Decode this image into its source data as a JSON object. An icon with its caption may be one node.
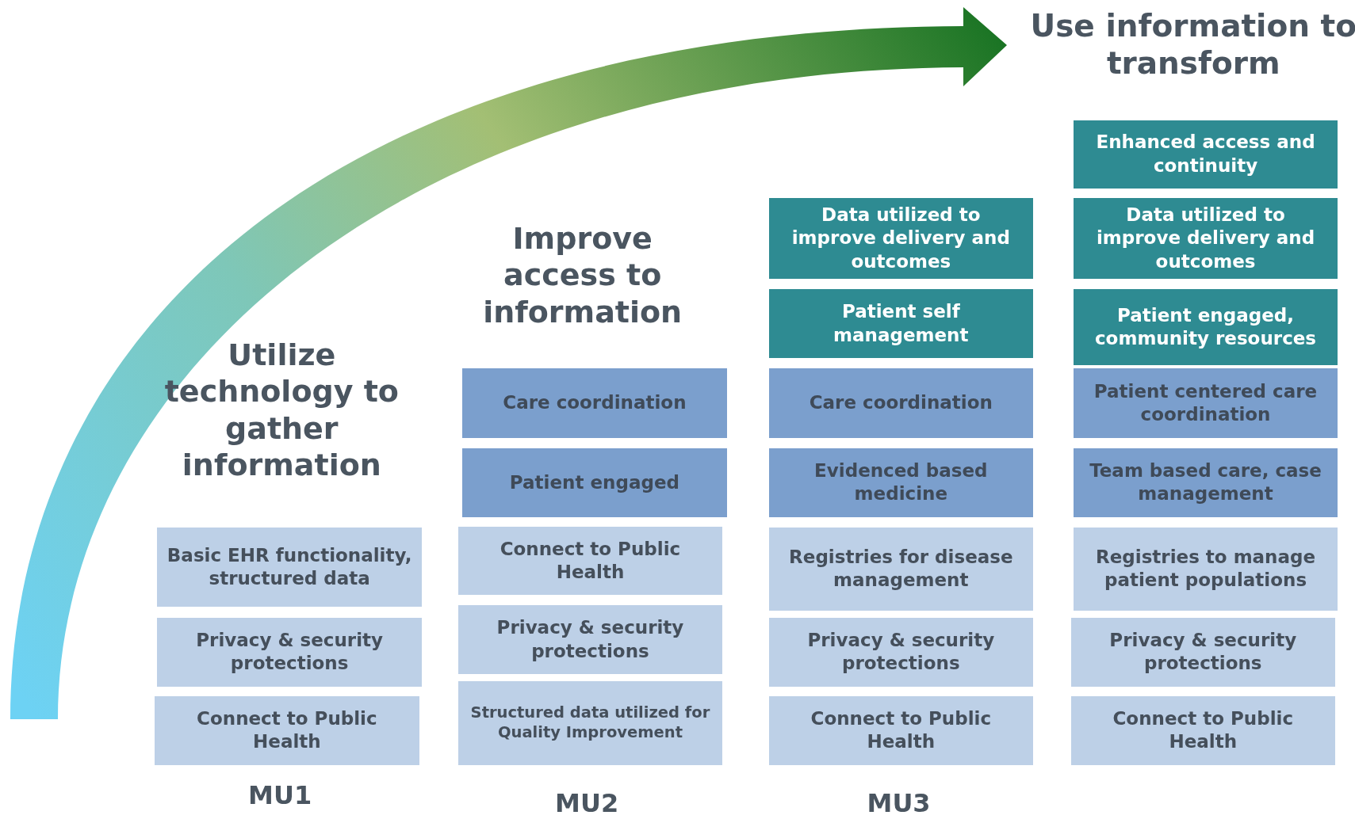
{
  "diagram": {
    "nodes": [
      {
        "text": [
          "Basic EHR functionality, structured data"
        ]
      },
      {
        "text": [
          "Privacy & security protections"
        ]
      },
      {
        "text": [
          "Connect to Public Health"
        ]
      },
      {
        "text": [
          "Care coordination"
        ]
      },
      {
        "text": [
          "Patient engaged"
        ]
      },
      {
        "text": [
          "Connect to Public Health"
        ]
      },
      {
        "text": [
          "Privacy & security protections"
        ]
      },
      {
        "text": [
          "Structured data utilized for Quality Improvement"
        ]
      },
      {
        "text": [
          "Data utilized to improve delivery and outcomes"
        ]
      },
      {
        "text": [
          "Patient self management"
        ]
      },
      {
        "text": [
          "Care coordination"
        ]
      },
      {
        "text": [
          "Evidenced based medicine"
        ]
      },
      {
        "text": [
          "Registries for disease management"
        ]
      },
      {
        "text": [
          "Privacy & security protections"
        ]
      },
      {
        "text": [
          "Connect to Public Health"
        ]
      },
      {
        "text": [
          "Enhanced access and continuity"
        ]
      },
      {
        "text": [
          "Data utilized to improve delivery and outcomes"
        ]
      },
      {
        "text": [
          "Patient engaged, community resources"
        ]
      },
      {
        "text": [
          "Patient centered care coordination"
        ]
      },
      {
        "text": [
          "Team based care, case management"
        ]
      },
      {
        "text": [
          "Registries to manage patient populations"
        ]
      },
      {
        "text": [
          "Privacy & security protections"
        ]
      },
      {
        "text": [
          "Connect to Public Health"
        ]
      }
    ],
    "edges": [],
    "labels": [
      "Use information to transform",
      "Improve access to information",
      "Utilize technology to gather information",
      "MU1",
      "MU2",
      "MU3"
    ]
  }
}
